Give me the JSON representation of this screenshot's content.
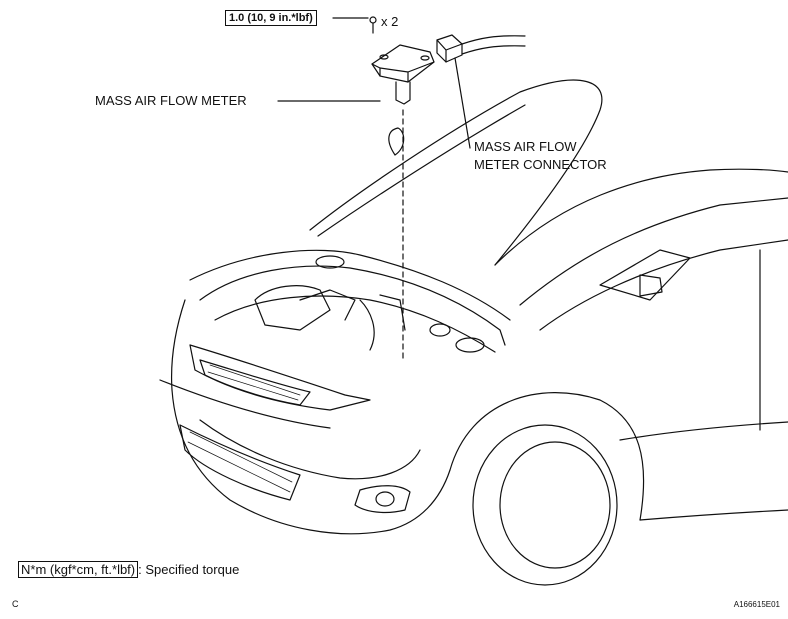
{
  "diagram": {
    "torque_value": "1.0 (10, 9 in.*lbf)",
    "quantity": "x 2",
    "part_label": "MASS AIR FLOW METER",
    "connector_label_line1": "MASS AIR FLOW",
    "connector_label_line2": "METER CONNECTOR",
    "legend_units": "N*m (kgf*cm, ft.*lbf)",
    "legend_text": ": Specified torque",
    "corner_code": "C",
    "figure_id": "A166615E01"
  }
}
